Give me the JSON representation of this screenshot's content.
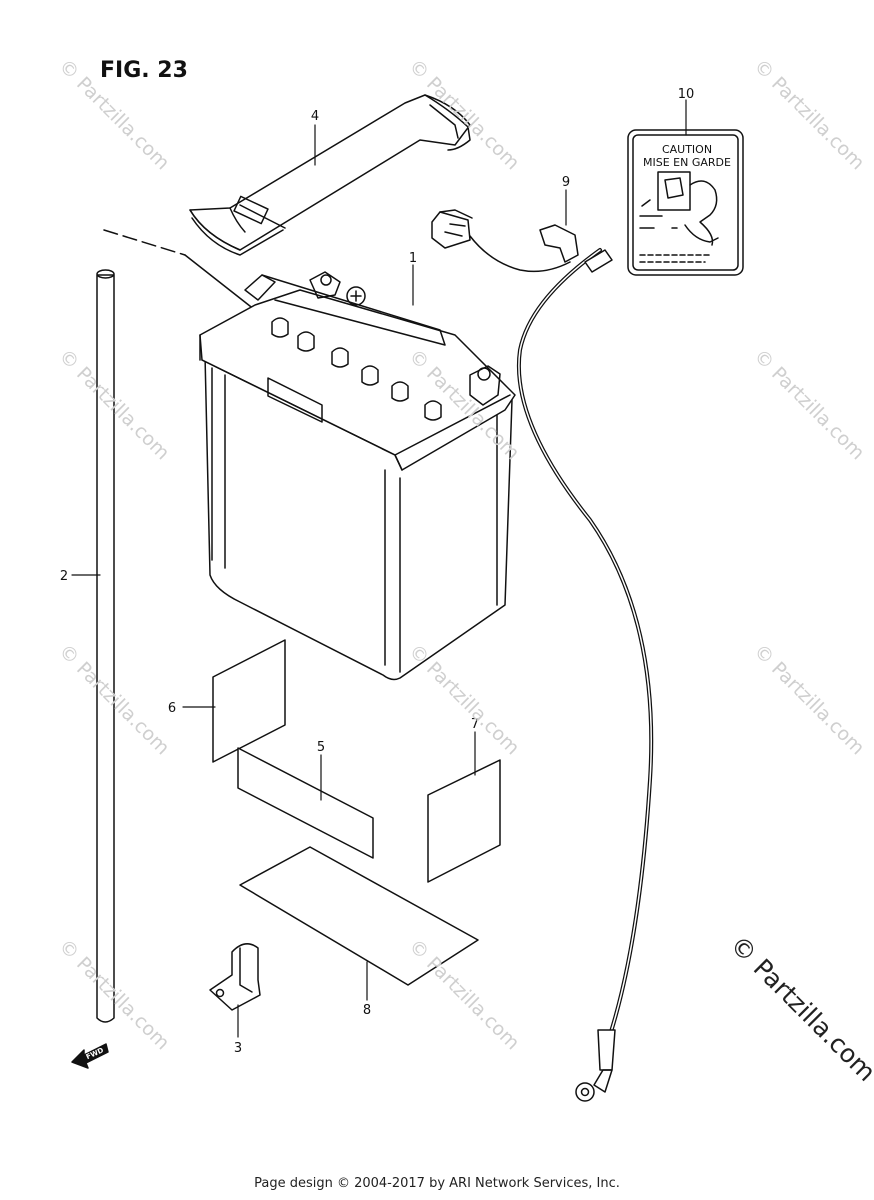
{
  "figure": {
    "title": "FIG. 23"
  },
  "callouts": [
    "1",
    "2",
    "3",
    "4",
    "5",
    "6",
    "7",
    "8",
    "9",
    "10"
  ],
  "label": {
    "line1": "CAUTION",
    "line2": "MISE EN GARDE"
  },
  "fwd": "FWD",
  "watermark": {
    "small": "© Partzilla.com",
    "big": "© Partzilla.com"
  },
  "footer": {
    "text": "Page design © 2004-2017 by ARI Network Services, Inc."
  },
  "colors": {
    "ink": "#111111",
    "watermark": "#cfcfcf"
  }
}
